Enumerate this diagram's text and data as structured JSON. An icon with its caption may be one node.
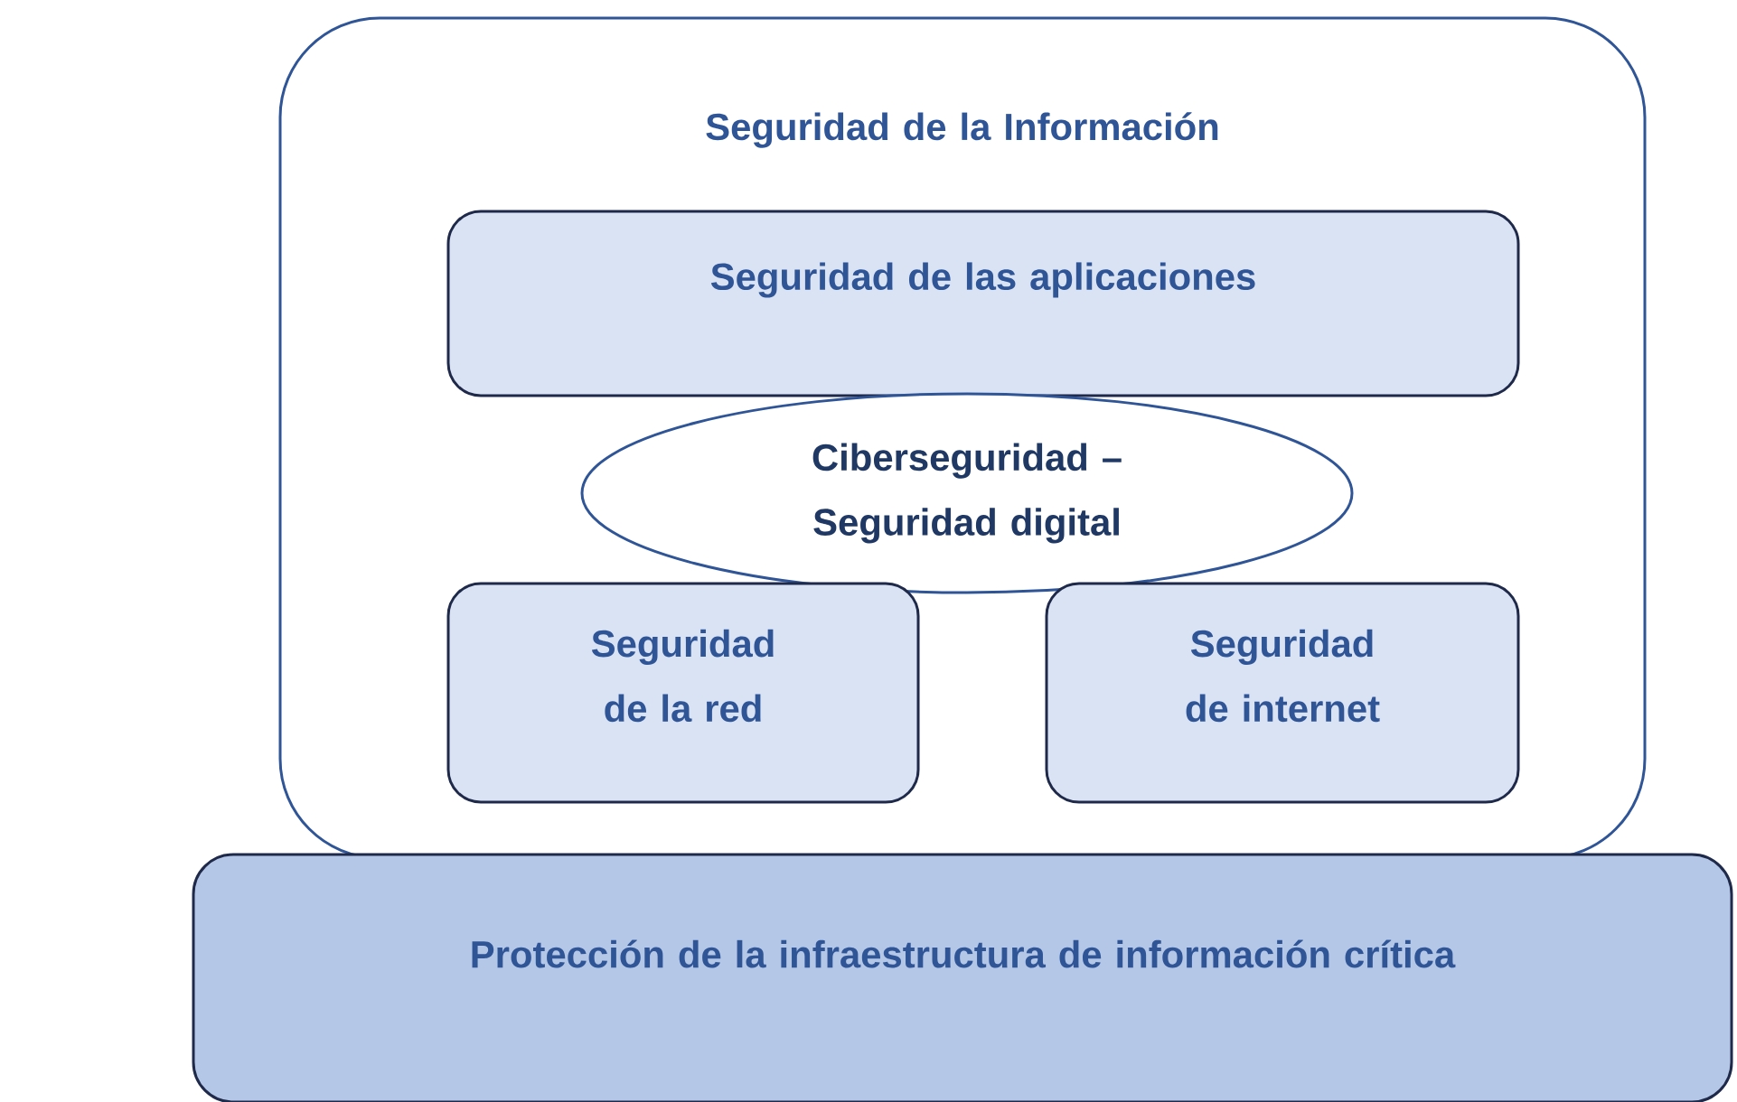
{
  "diagram": {
    "nodes": [
      {
        "text": [
          "Seguridad de la Información"
        ]
      },
      {
        "text": [
          "Seguridad de las aplicaciones"
        ],
        "in": 0
      },
      {
        "text": [
          "Ciberseguridad – Seguridad digital"
        ],
        "in": 0
      },
      {
        "text": [
          "Seguridad de la red"
        ],
        "in": 0
      },
      {
        "text": [
          "Seguridad de internet"
        ],
        "in": 0
      },
      {
        "text": [
          "Protección de la infraestructura de información crítica"
        ]
      }
    ]
  }
}
